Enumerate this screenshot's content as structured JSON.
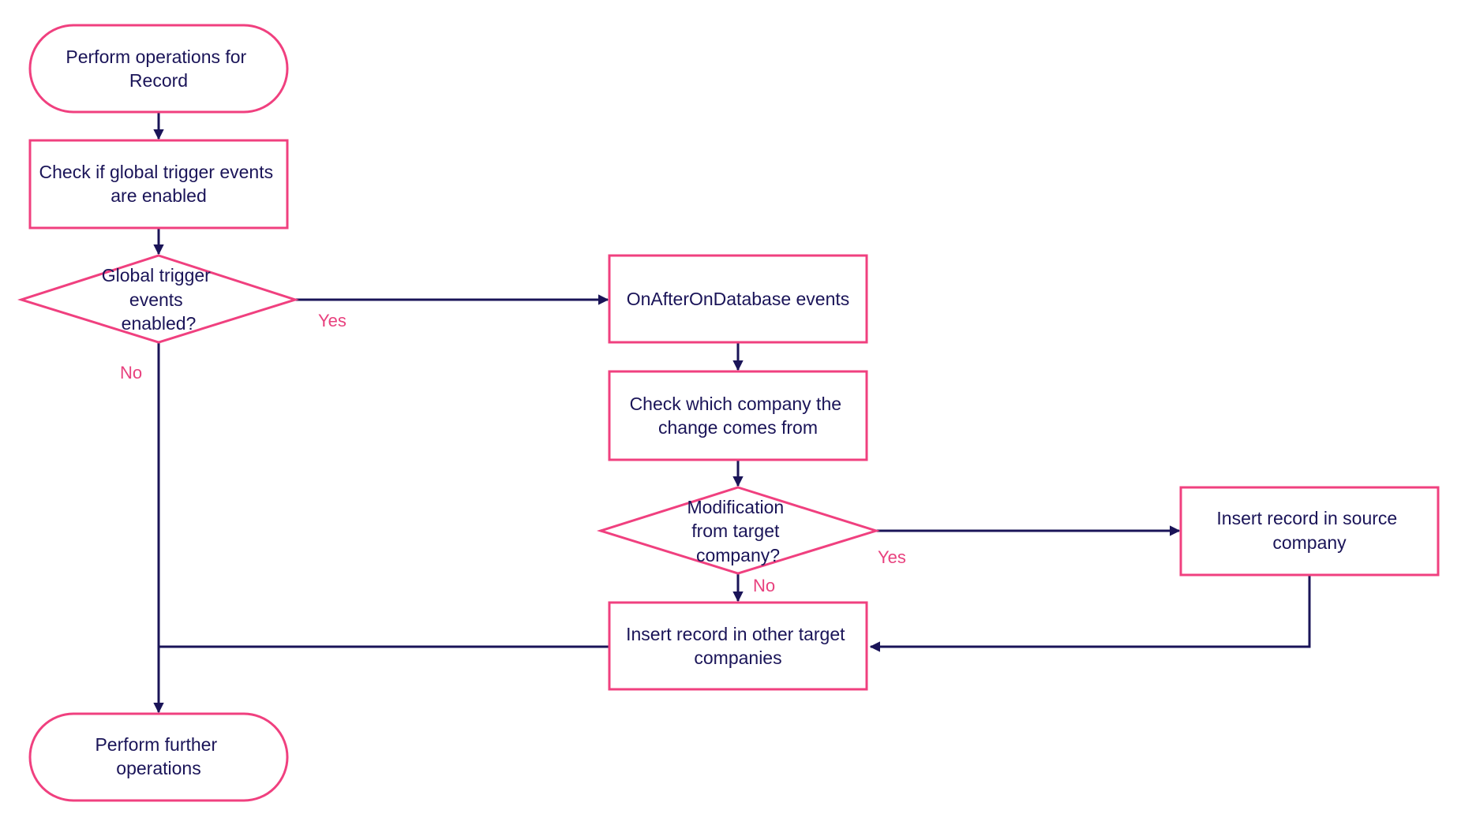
{
  "colors": {
    "shape_border": "#f0407f",
    "connector": "#1a1458",
    "node_text": "#1a1458",
    "edge_label": "#e8417e",
    "background": "#ffffff"
  },
  "nodes": {
    "start": {
      "shape": "terminator",
      "lines": [
        "Perform operations for",
        "Record"
      ]
    },
    "check_global": {
      "shape": "process",
      "lines": [
        "Check if global trigger events",
        "are enabled"
      ]
    },
    "decision_global": {
      "shape": "decision",
      "lines": [
        "Global trigger",
        "events",
        "enabled?"
      ]
    },
    "on_after": {
      "shape": "process",
      "lines": [
        "OnAfterOnDatabase events"
      ]
    },
    "check_company": {
      "shape": "process",
      "lines": [
        "Check which company the",
        "change comes from"
      ]
    },
    "decision_target": {
      "shape": "decision",
      "lines": [
        "Modification",
        "from target",
        "company?"
      ]
    },
    "insert_source": {
      "shape": "process",
      "lines": [
        "Insert record in source",
        "company"
      ]
    },
    "insert_other": {
      "shape": "process",
      "lines": [
        "Insert record in other target",
        "companies"
      ]
    },
    "end": {
      "shape": "terminator",
      "lines": [
        "Perform further",
        "operations"
      ]
    }
  },
  "edges": {
    "global_yes": {
      "from": "decision_global",
      "to": "on_after",
      "label": "Yes"
    },
    "global_no": {
      "from": "decision_global",
      "to": "end",
      "label": "No"
    },
    "target_yes": {
      "from": "decision_target",
      "to": "insert_source",
      "label": "Yes"
    },
    "target_no": {
      "from": "decision_target",
      "to": "insert_other",
      "label": "No"
    },
    "start_check": {
      "from": "start",
      "to": "check_global",
      "label": ""
    },
    "check_decision": {
      "from": "check_global",
      "to": "decision_global",
      "label": ""
    },
    "onafter_checkcompany": {
      "from": "on_after",
      "to": "check_company",
      "label": ""
    },
    "checkcompany_decision": {
      "from": "check_company",
      "to": "decision_target",
      "label": ""
    },
    "source_other": {
      "from": "insert_source",
      "to": "insert_other",
      "label": ""
    },
    "other_end": {
      "from": "insert_other",
      "to": "end",
      "label": ""
    }
  }
}
